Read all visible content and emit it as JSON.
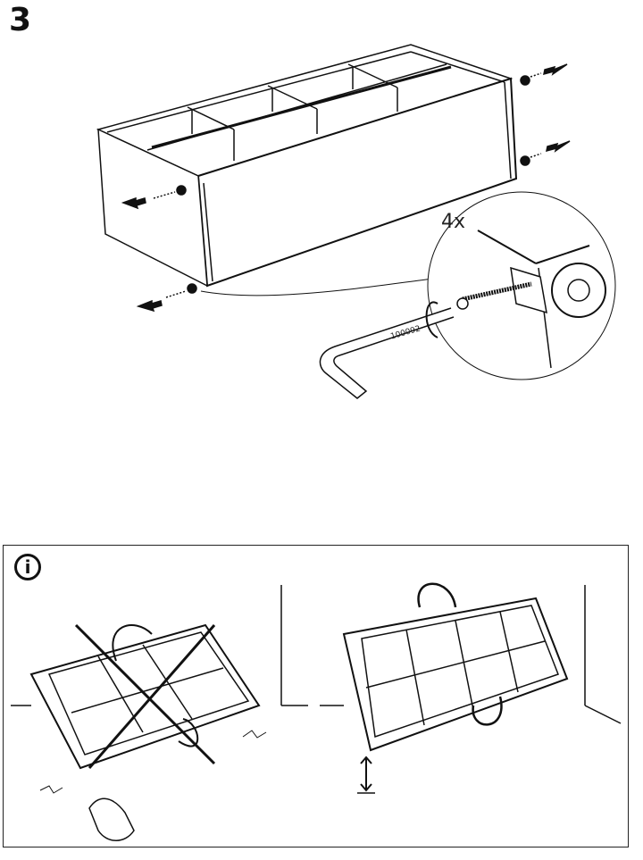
{
  "step": {
    "number": "3"
  },
  "detail": {
    "quantity": "4x",
    "tool_code": "100092"
  },
  "info": {
    "icon": "info-icon",
    "symbol": "i"
  },
  "icons": [
    "arrow-icon",
    "screw-icon",
    "allen-key-icon",
    "rotate-arrow-icon",
    "cross-out-icon",
    "hand-icon",
    "height-arrow-icon"
  ]
}
